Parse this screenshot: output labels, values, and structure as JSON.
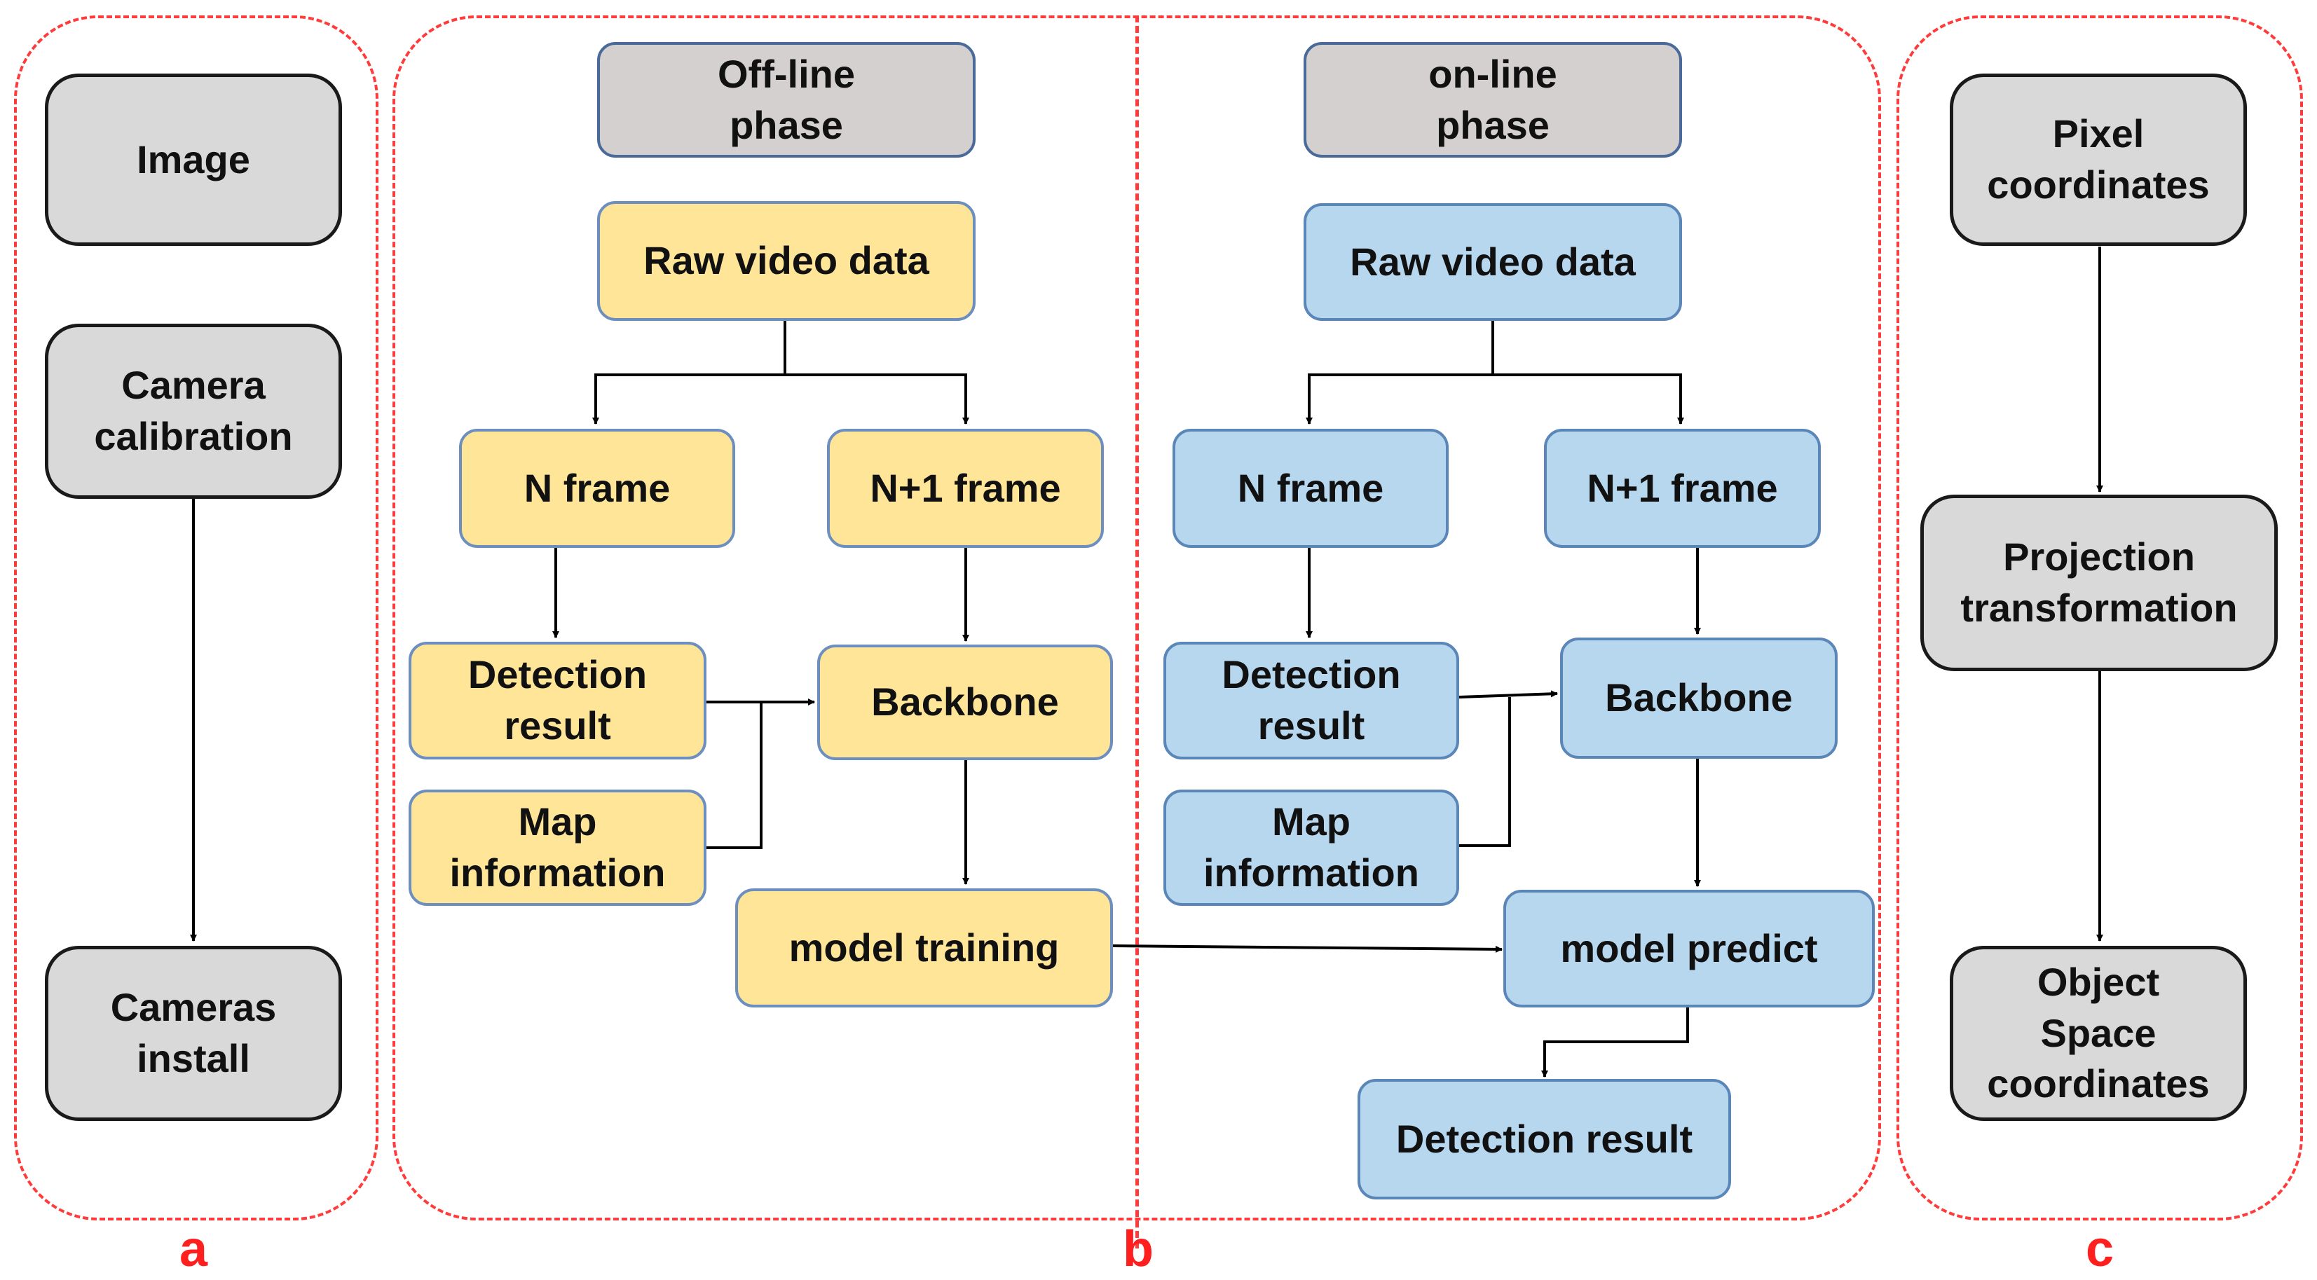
{
  "colors": {
    "panel_border": "#ff3b3b",
    "panel_letter": "#ff1f1f",
    "gray_box": "#d9d9d9",
    "phase_box": "#d5d0d0",
    "offline_box": "#ffe597",
    "online_box": "#b7d7ef",
    "arrow": "#000000"
  },
  "panels": {
    "a": {
      "letter": "a",
      "image": "Image",
      "camera_calibration": "Camera\ncalibration",
      "cameras_install": "Cameras\ninstall"
    },
    "b": {
      "letter": "b",
      "offline": {
        "phase": "Off-line\nphase",
        "raw_video": "Raw video data",
        "n_frame": "N frame",
        "n1_frame": "N+1 frame",
        "detection": "Detection\nresult",
        "map_info": "Map\ninformation",
        "backbone": "Backbone",
        "model_training": "model training"
      },
      "online": {
        "phase": "on-line\nphase",
        "raw_video": "Raw video data",
        "n_frame": "N frame",
        "n1_frame": "N+1 frame",
        "detection": "Detection\nresult",
        "map_info": "Map\ninformation",
        "backbone": "Backbone",
        "model_predict": "model predict",
        "detection_result": "Detection result"
      }
    },
    "c": {
      "letter": "c",
      "pixel_coords": "Pixel\ncoordinates",
      "projection": "Projection\ntransformation",
      "object_coords": "Object\nSpace\ncoordinates"
    }
  }
}
